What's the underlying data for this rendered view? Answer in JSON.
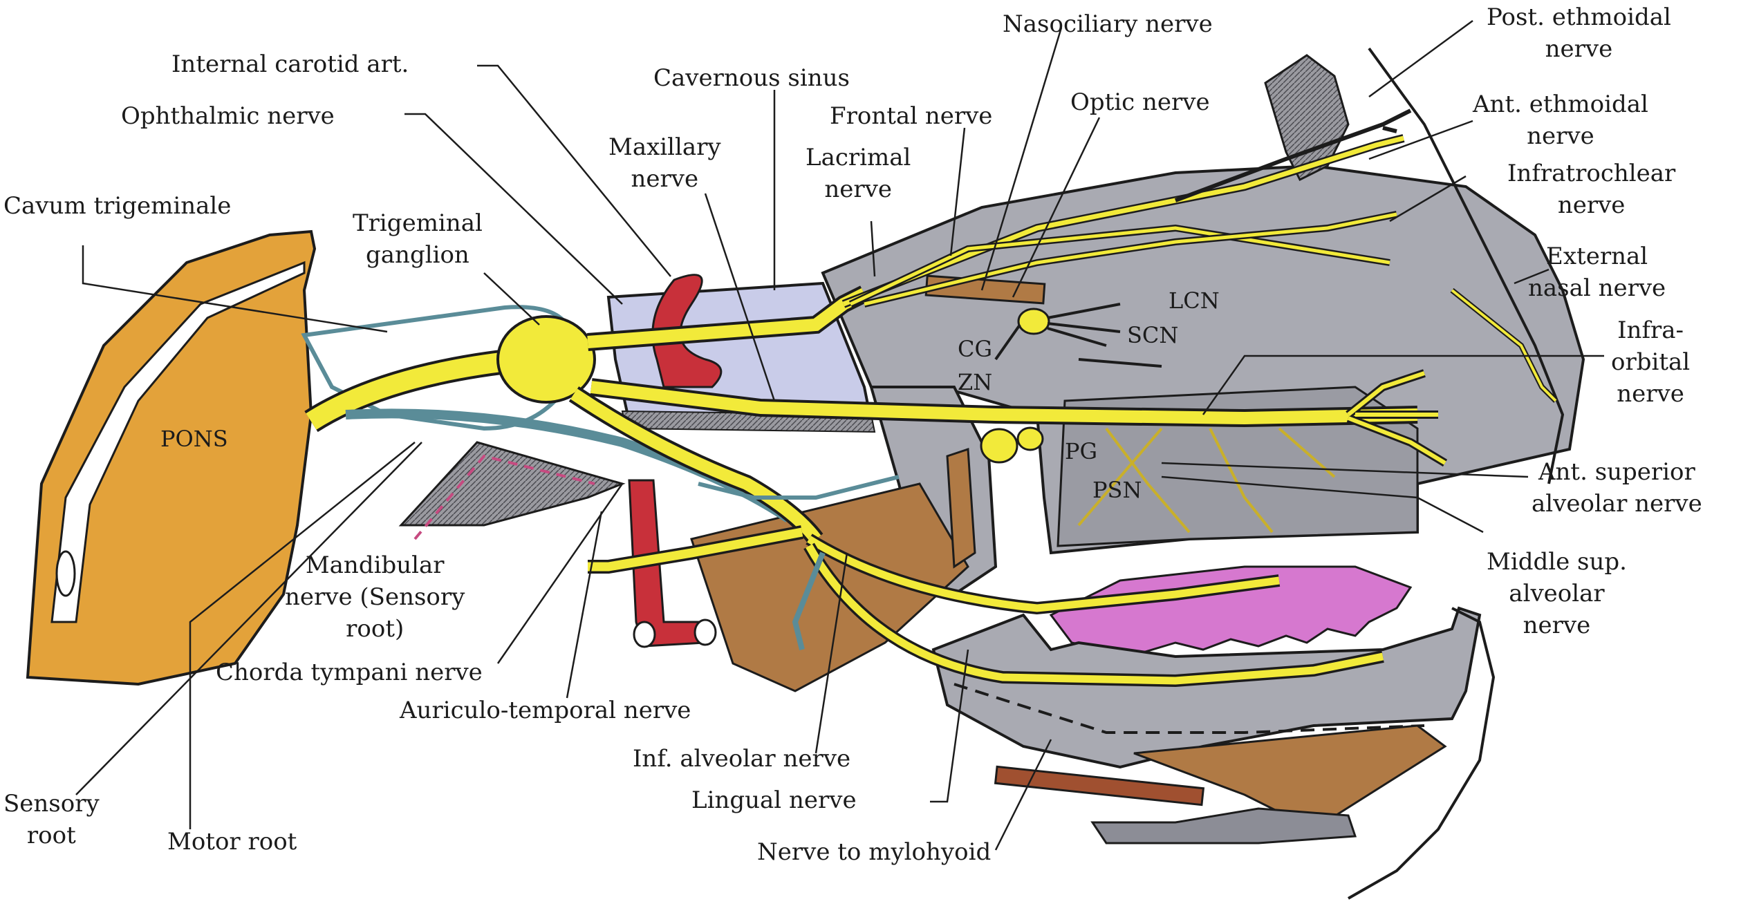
{
  "colors": {
    "nerve": "#f2ea3a",
    "pons": "#e3a23a",
    "artery": "#c8303a",
    "bone": "#a9aab2",
    "muscle": "#b07a45",
    "tongue": "#d678cf",
    "sinus": "#c9cce9",
    "outline": "#1c1c1c"
  },
  "labels": {
    "nasociliary": "Nasociliary nerve",
    "post_ethmoidal": [
      "Post. ethmoidal",
      "nerve"
    ],
    "internal_carotid": "Internal carotid art.",
    "cavernous_sinus": "Cavernous sinus",
    "ophthalmic": "Ophthalmic nerve",
    "optic": "Optic nerve",
    "ant_ethmoidal": [
      "Ant. ethmoidal",
      "nerve"
    ],
    "frontal": "Frontal nerve",
    "maxillary": [
      "Maxillary",
      "nerve"
    ],
    "lacrimal": [
      "Lacrimal",
      "nerve"
    ],
    "infratrochlear": [
      "Infratrochlear",
      "nerve"
    ],
    "cavum": "Cavum trigeminale",
    "trig_ganglion": [
      "Trigeminal",
      "ganglion"
    ],
    "external_nasal": [
      "External",
      "nasal nerve"
    ],
    "lcn": "LCN",
    "scn": "SCN",
    "cg": "CG",
    "zn": "ZN",
    "infraorbital": [
      "Infra-",
      "orbital",
      "nerve"
    ],
    "pons": "PONS",
    "pg": "PG",
    "psn": "PSN",
    "ant_sup_alveolar": [
      "Ant. superior",
      "alveolar nerve"
    ],
    "mandibular": [
      "Mandibular",
      "nerve (Sensory",
      "root)"
    ],
    "middle_sup_alveolar": [
      "Middle sup.",
      "alveolar",
      "nerve"
    ],
    "chorda": "Chorda tympani nerve",
    "auriculo": "Auriculo-temporal nerve",
    "inf_alveolar": "Inf. alveolar nerve",
    "sensory_root": [
      "Sensory",
      "root"
    ],
    "lingual": "Lingual nerve",
    "motor_root": "Motor root",
    "mylohyoid": "Nerve to mylohyoid"
  }
}
